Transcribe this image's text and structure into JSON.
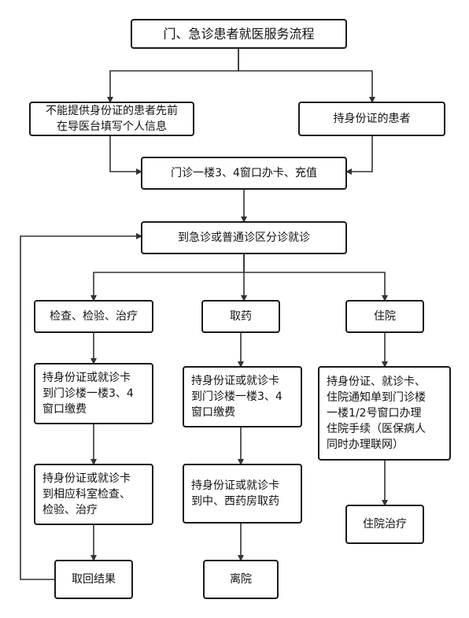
{
  "flowchart": {
    "nodes": [
      {
        "id": "title",
        "lines": [
          "门、急诊患者就医服务流程"
        ]
      },
      {
        "id": "no_id",
        "lines": [
          "不能提供身份证的患者先前",
          "在导医台填写个人信息"
        ]
      },
      {
        "id": "with_id",
        "lines": [
          "持身份证的患者"
        ]
      },
      {
        "id": "card",
        "lines": [
          "门诊一楼3、4窗口办卡、充值"
        ]
      },
      {
        "id": "triage",
        "lines": [
          "到急诊或普通诊区分诊就诊"
        ]
      },
      {
        "id": "exam",
        "lines": [
          "检查、检验、治疗"
        ]
      },
      {
        "id": "medicine",
        "lines": [
          "取药"
        ]
      },
      {
        "id": "inpatient",
        "lines": [
          "住院"
        ]
      },
      {
        "id": "pay1",
        "lines": [
          "持身份证或就诊卡",
          "到门诊楼一楼3、4",
          "窗口缴费"
        ]
      },
      {
        "id": "pay2",
        "lines": [
          "持身份证或就诊卡",
          "到门诊楼一楼3、4",
          "窗口缴费"
        ]
      },
      {
        "id": "admission",
        "lines": [
          "持身份证、就诊卡、",
          "住院通知单到门诊楼",
          "一楼1/2号窗口办理",
          "住院手续（医保病人",
          "同时办理联网）"
        ]
      },
      {
        "id": "dept",
        "lines": [
          "持身份证或就诊卡",
          "到相应科室检查、",
          "检验、治疗"
        ]
      },
      {
        "id": "pharmacy",
        "lines": [
          "持身份证或就诊卡",
          "到中、西药房取药"
        ]
      },
      {
        "id": "treat",
        "lines": [
          "住院治疗"
        ]
      },
      {
        "id": "results",
        "lines": [
          "取回结果"
        ]
      },
      {
        "id": "leave",
        "lines": [
          "离院"
        ]
      }
    ],
    "edges": [
      {
        "from": "title",
        "to": "no_id"
      },
      {
        "from": "title",
        "to": "with_id"
      },
      {
        "from": "no_id",
        "to": "card"
      },
      {
        "from": "with_id",
        "to": "card"
      },
      {
        "from": "card",
        "to": "triage"
      },
      {
        "from": "triage",
        "to": "exam"
      },
      {
        "from": "triage",
        "to": "medicine"
      },
      {
        "from": "triage",
        "to": "inpatient"
      },
      {
        "from": "exam",
        "to": "pay1"
      },
      {
        "from": "pay1",
        "to": "dept"
      },
      {
        "from": "dept",
        "to": "results"
      },
      {
        "from": "results",
        "to": "triage"
      },
      {
        "from": "medicine",
        "to": "pay2"
      },
      {
        "from": "pay2",
        "to": "pharmacy"
      },
      {
        "from": "pharmacy",
        "to": "leave"
      },
      {
        "from": "inpatient",
        "to": "admission"
      },
      {
        "from": "admission",
        "to": "treat"
      }
    ]
  }
}
